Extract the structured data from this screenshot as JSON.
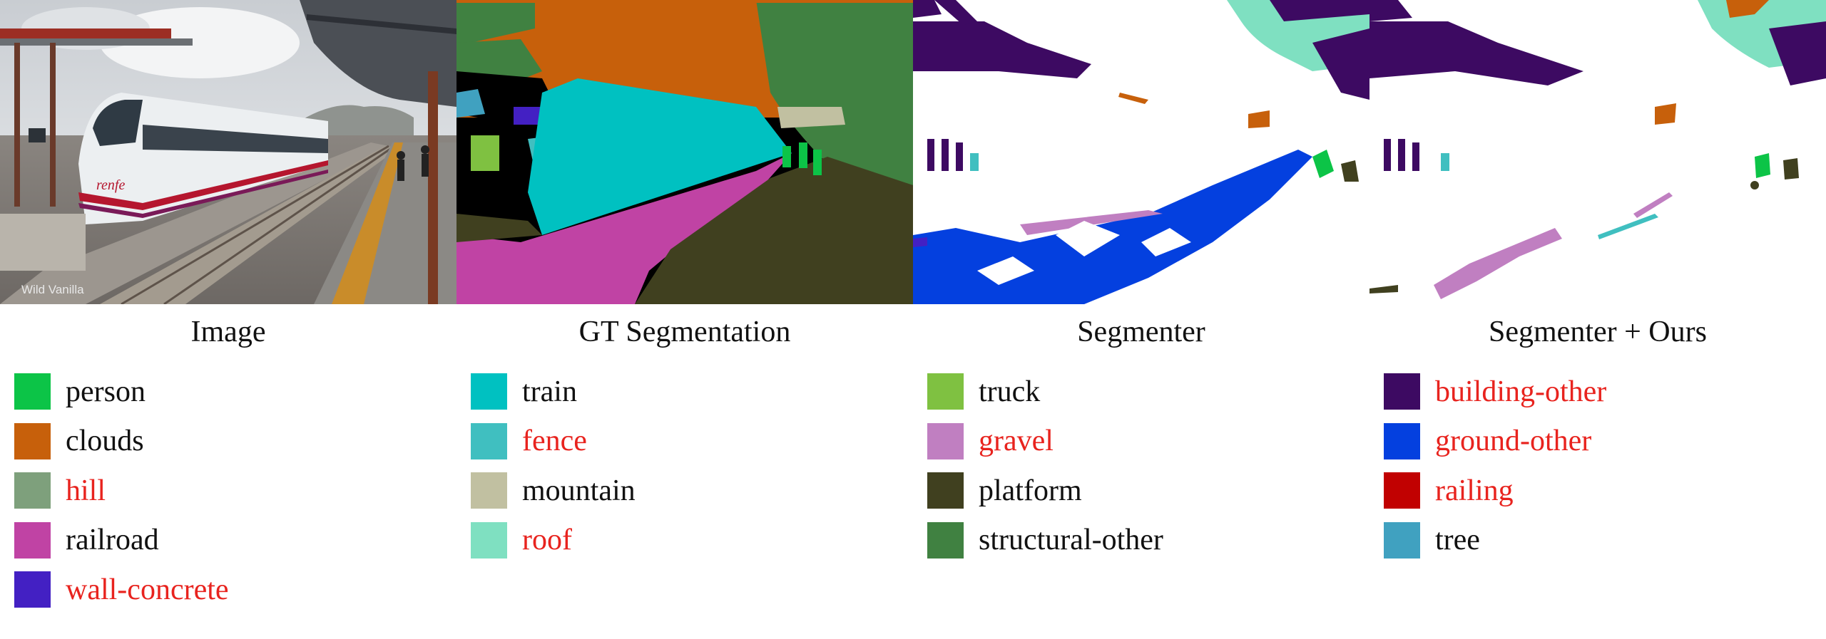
{
  "panels": [
    {
      "id": "image",
      "caption": "Image",
      "watermark": "Wild Vanilla",
      "train_logo": "renfe"
    },
    {
      "id": "gt",
      "caption": "GT Segmentation"
    },
    {
      "id": "segmenter",
      "caption": "Segmenter"
    },
    {
      "id": "ours",
      "caption": "Segmenter + Ours"
    }
  ],
  "colors": {
    "person": "#0cc447",
    "clouds": "#c7600b",
    "hill": "#7ea07c",
    "railroad": "#c043a4",
    "wall_concrete": "#4320c3",
    "train": "#00c1c1",
    "fence": "#40bfc0",
    "mountain": "#c1c0a1",
    "roof": "#7fe0c1",
    "truck": "#7fc141",
    "gravel": "#c07fc1",
    "platform": "#40401f",
    "structural_other": "#408141",
    "building_other": "#3d0a62",
    "ground_other": "#0440df",
    "railing": "#c10101",
    "tree": "#40a1c0",
    "highlight_text": "#e8231e",
    "normal_text": "#111111"
  },
  "legend": [
    [
      {
        "label": "person",
        "color": "#0cc447",
        "highlight": false
      },
      {
        "label": "clouds",
        "color": "#c7600b",
        "highlight": false
      },
      {
        "label": "hill",
        "color": "#7ea07c",
        "highlight": true
      },
      {
        "label": "railroad",
        "color": "#c043a4",
        "highlight": false
      },
      {
        "label": "wall-concrete",
        "color": "#4320c3",
        "highlight": true
      }
    ],
    [
      {
        "label": "train",
        "color": "#00c1c1",
        "highlight": false
      },
      {
        "label": "fence",
        "color": "#40bfc0",
        "highlight": true
      },
      {
        "label": "mountain",
        "color": "#c1c0a1",
        "highlight": false
      },
      {
        "label": "roof",
        "color": "#7fe0c1",
        "highlight": true
      }
    ],
    [
      {
        "label": "truck",
        "color": "#7fc141",
        "highlight": false
      },
      {
        "label": "gravel",
        "color": "#c07fc1",
        "highlight": true
      },
      {
        "label": "platform",
        "color": "#40401f",
        "highlight": false
      },
      {
        "label": "structural-other",
        "color": "#408141",
        "highlight": false
      }
    ],
    [
      {
        "label": "building-other",
        "color": "#3d0a62",
        "highlight": true
      },
      {
        "label": "ground-other",
        "color": "#0440df",
        "highlight": true
      },
      {
        "label": "railing",
        "color": "#c10101",
        "highlight": true
      },
      {
        "label": "tree",
        "color": "#40a1c0",
        "highlight": false
      }
    ]
  ]
}
